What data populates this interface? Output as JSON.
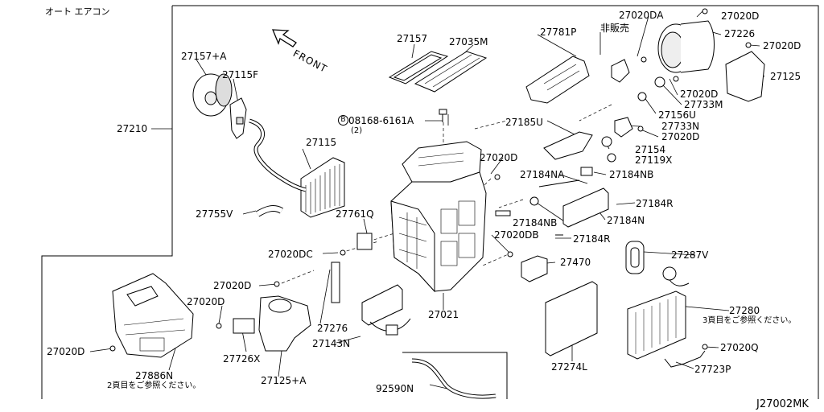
{
  "header": {
    "title": "オート エアコン"
  },
  "footer": {
    "diagram_code": "J27002MK"
  },
  "front_indicator": {
    "label": "FRONT"
  },
  "parts": {
    "p27157A": "27157+A",
    "p27115F": "27115F",
    "p27210": "27210",
    "p27115": "27115",
    "p27755V": "27755V",
    "p27157": "27157",
    "p27035M": "27035M",
    "p08168": "08168-6161A",
    "p08168_qty": "(2)",
    "p08168_bolt_mark": "B",
    "p27761Q": "27761Q",
    "p27020DC": "27020DC",
    "p27020D_a": "27020D",
    "p27020D_b": "27020D",
    "p27020D_c": "27020D",
    "p27020D_d": "27020D",
    "p27020D_e": "27020D",
    "p27020D_f": "27020D",
    "p27020D_g": "27020D",
    "p27020D_h": "27020D",
    "p27276": "27276",
    "p27143N": "27143N",
    "p27726X": "27726X",
    "p27125A": "27125+A",
    "p27886N": "27886N",
    "p27886N_note": "2頁目をご参照ください。",
    "p27021": "27021",
    "p27020DB": "27020DB",
    "p27470": "27470",
    "p27274L": "27274L",
    "p92590N": "92590N",
    "p27781P": "27781P",
    "p_hihanbai": "非販売",
    "p27020DA": "27020DA",
    "p27226": "27226",
    "p27125": "27125",
    "p27733M": "27733M",
    "p27156U": "27156U",
    "p27733N": "27733N",
    "p27185U": "27185U",
    "p27154": "27154",
    "p27119X": "27119X",
    "p27184NA": "27184NA",
    "p27184NB_a": "27184NB",
    "p27184NB_b": "27184NB",
    "p27184R_a": "27184R",
    "p27184R_b": "27184R",
    "p27184N": "27184N",
    "p27287V": "27287V",
    "p27280": "27280",
    "p27280_note": "3頁目をご参照ください。",
    "p27020Q": "27020Q",
    "p27723P": "27723P"
  }
}
